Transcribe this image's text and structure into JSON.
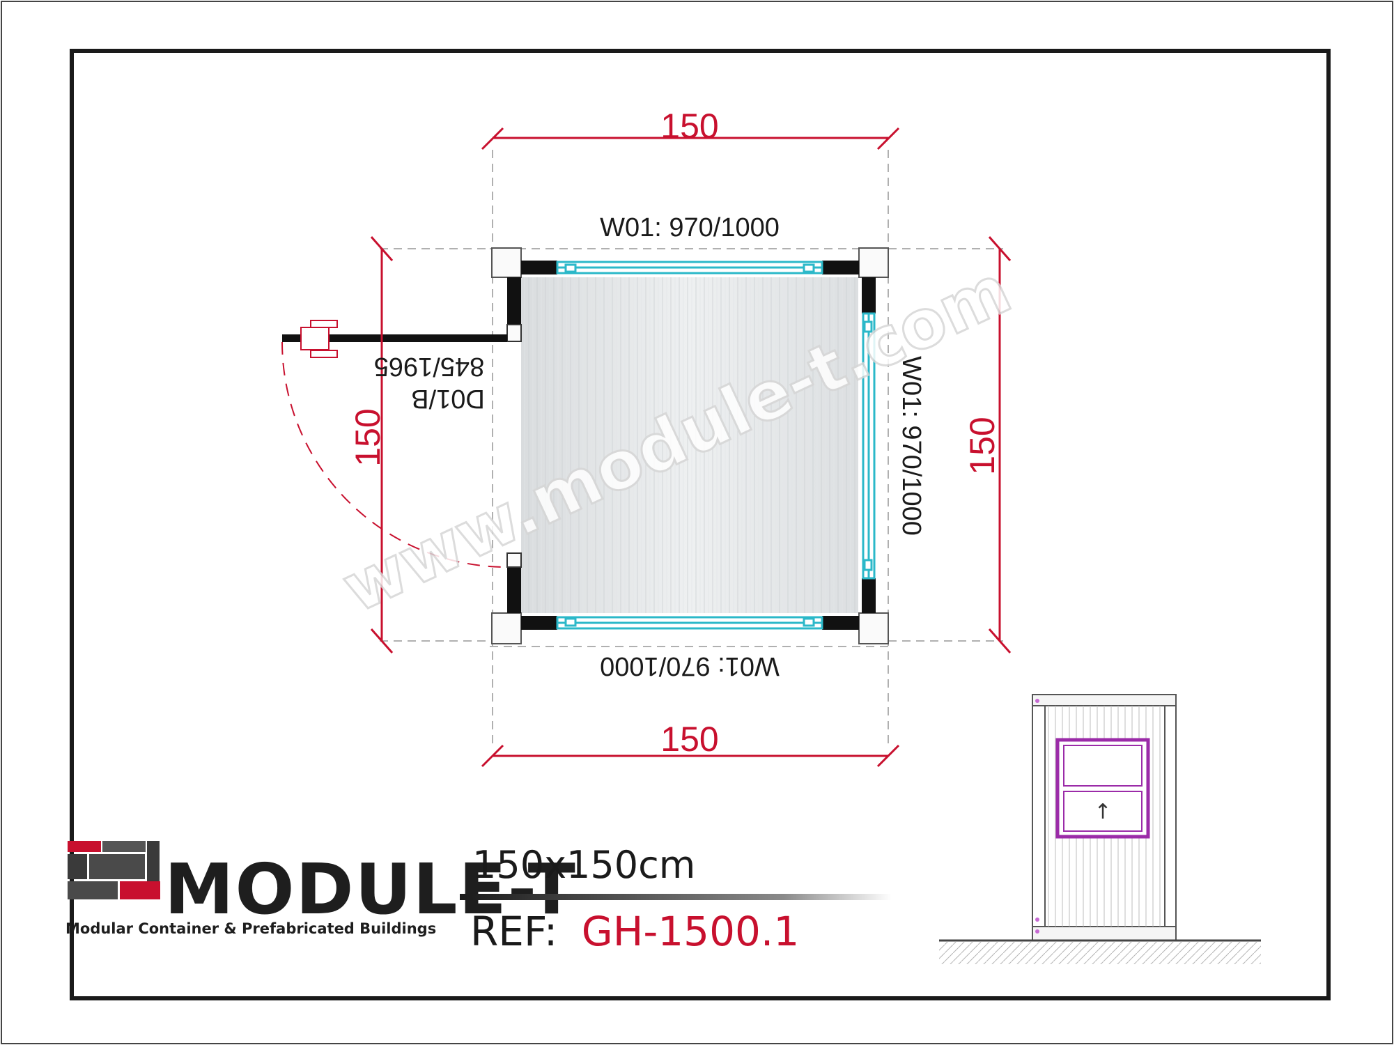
{
  "plan": {
    "dim_top": "150",
    "dim_bottom": "150",
    "dim_left": "150",
    "dim_right": "150",
    "window_top": "W01: 970/1000",
    "window_bottom": "W01: 970/1000",
    "window_right": "W01: 970/1000",
    "door_size": "845/1965",
    "door_code": "D01/B"
  },
  "watermark": "www.module-t.com",
  "brand": {
    "name": "MODULE-T",
    "tagline": "Modular Container & Prefabricated Buildings"
  },
  "title_block": {
    "size": "150x150cm",
    "ref_label": "REF:",
    "ref_code": "GH-1500.1"
  },
  "elevation": {
    "arrow": "↑"
  },
  "colors": {
    "dimension_red": "#c8102e",
    "window_cyan": "#2bb8c9",
    "window_purple": "#9b2ba8",
    "wall_black": "#111111"
  }
}
